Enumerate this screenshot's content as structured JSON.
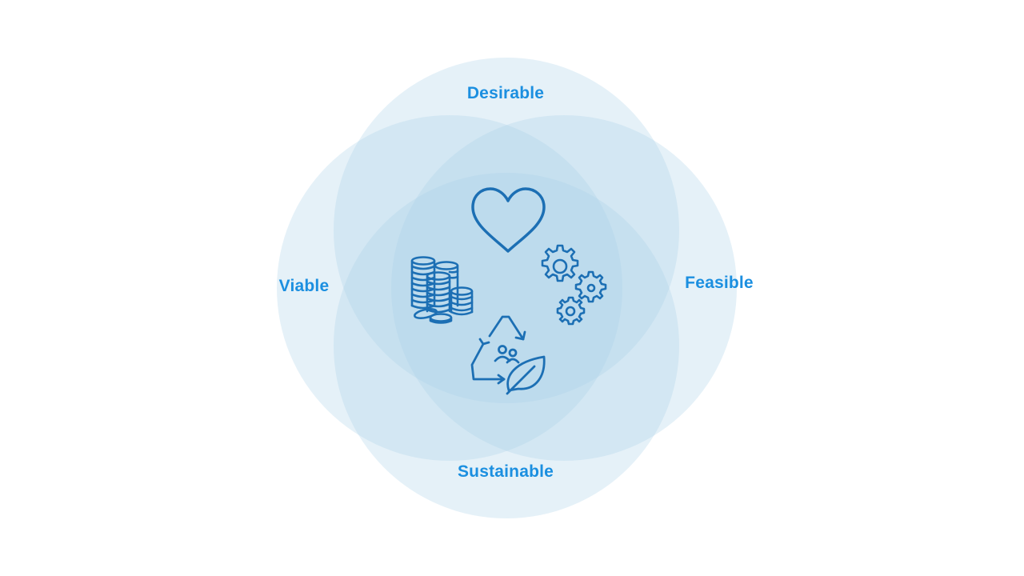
{
  "colors": {
    "circle_fill": "#a9cfe9",
    "label": "#1b8fe0",
    "icon_stroke": "#1c6fb4"
  },
  "labels": {
    "desirable": "Desirable",
    "viable": "Viable",
    "feasible": "Feasible",
    "sustainable": "Sustainable"
  },
  "icons": {
    "center_top": "heart-icon",
    "center_left": "coin-stacks-icon",
    "center_right": "gears-icon",
    "center_bottom": "recycle-people-leaf-icon"
  }
}
